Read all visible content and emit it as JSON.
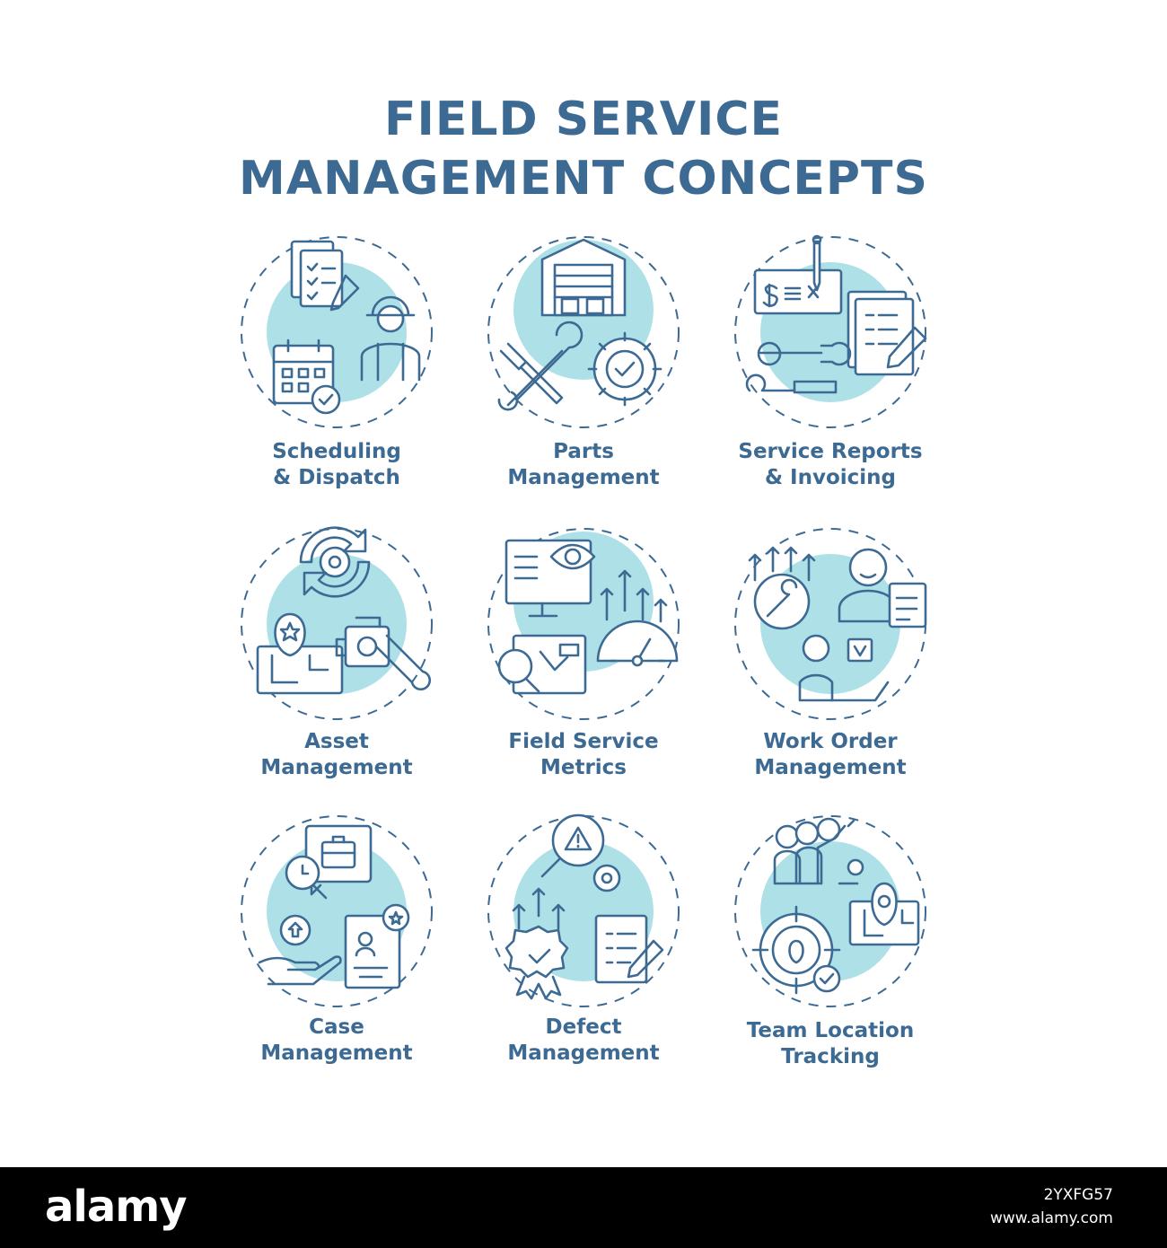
{
  "title": {
    "line1": "FIELD SERVICE",
    "line2": "MANAGEMENT CONCEPTS"
  },
  "concepts": [
    {
      "line1": "Scheduling",
      "line2": "& Dispatch"
    },
    {
      "line1": "Parts",
      "line2": "Management"
    },
    {
      "line1": "Service Reports",
      "line2": "& Invoicing"
    },
    {
      "line1": "Asset",
      "line2": "Management"
    },
    {
      "line1": "Field Service",
      "line2": "Metrics"
    },
    {
      "line1": "Work Order",
      "line2": "Management"
    },
    {
      "line1": "Case",
      "line2": "Management"
    },
    {
      "line1": "Defect",
      "line2": "Management"
    },
    {
      "line1": "Team Location",
      "line2": "Tracking"
    }
  ],
  "footer": {
    "brand": "alamy",
    "image_id": "2YXFG57",
    "site": "www.alamy.com"
  },
  "colors": {
    "accent": "#3d6a93",
    "fill": "#aee0e8",
    "footer": "#000000"
  }
}
